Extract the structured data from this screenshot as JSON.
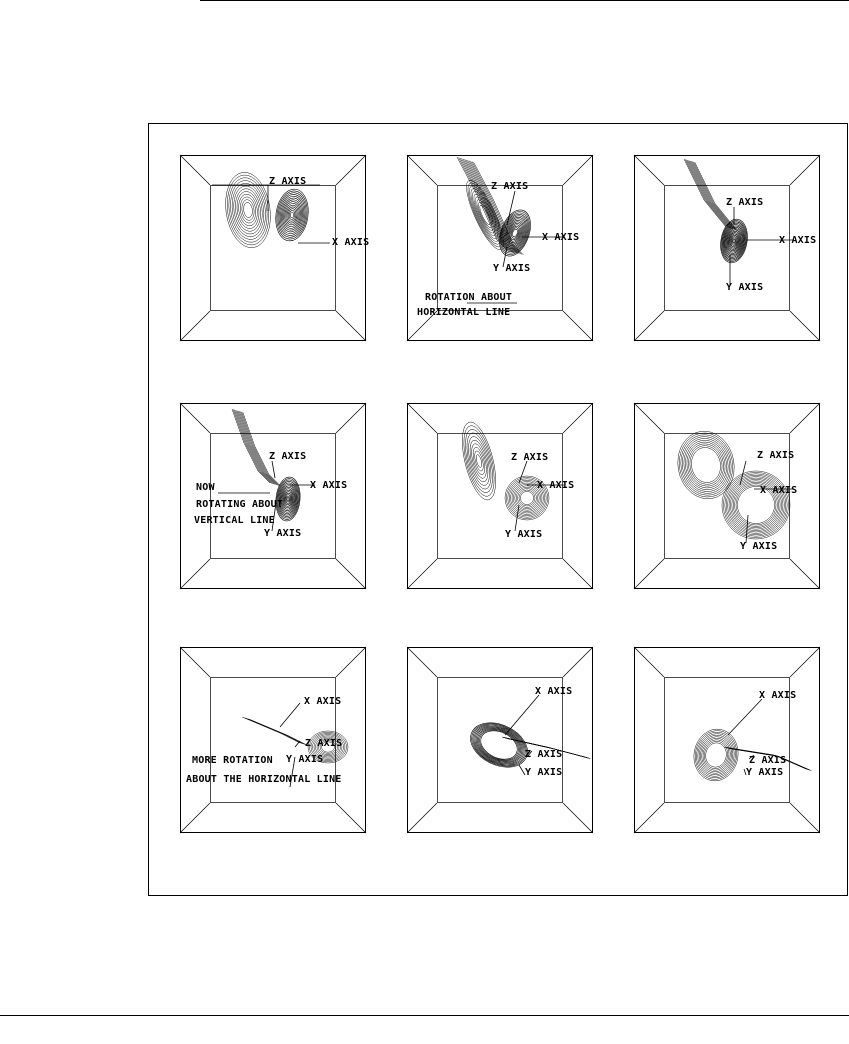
{
  "panels": [
    {
      "id": "p1",
      "labels": {
        "z": "Z AXIS",
        "x": "X AXIS"
      }
    },
    {
      "id": "p2",
      "labels": {
        "z": "Z AXIS",
        "x": "X AXIS",
        "y": "Y AXIS",
        "note1": "ROTATION ABOUT",
        "note2": "HORIZONTAL LINE"
      }
    },
    {
      "id": "p3",
      "labels": {
        "z": "Z AXIS",
        "x": "X AXIS",
        "y": "Y AXIS"
      }
    },
    {
      "id": "p4",
      "labels": {
        "z": "Z AXIS",
        "x": "X AXIS",
        "y": "Y AXIS",
        "note1": "NOW",
        "note2": "ROTATING ABOUT",
        "note3": "VERTICAL LINE"
      }
    },
    {
      "id": "p5",
      "labels": {
        "z": "Z AXIS",
        "x": "X AXIS",
        "y": "Y AXIS"
      }
    },
    {
      "id": "p6",
      "labels": {
        "z": "Z AXIS",
        "x": "X AXIS",
        "y": "Y AXIS"
      }
    },
    {
      "id": "p7",
      "labels": {
        "x": "X AXIS",
        "z": "Z AXIS",
        "y": "Y AXIS",
        "note1": "MORE ROTATION",
        "note2": "ABOUT THE HORIZONTAL LINE"
      }
    },
    {
      "id": "p8",
      "labels": {
        "x": "X AXIS",
        "z": "Z AXIS",
        "y": "Y AXIS"
      }
    },
    {
      "id": "p9",
      "labels": {
        "x": "X AXIS",
        "z": "Z AXIS",
        "y": "Y AXIS"
      }
    }
  ],
  "colors": {
    "ink": "#000000",
    "background": "#ffffff"
  }
}
